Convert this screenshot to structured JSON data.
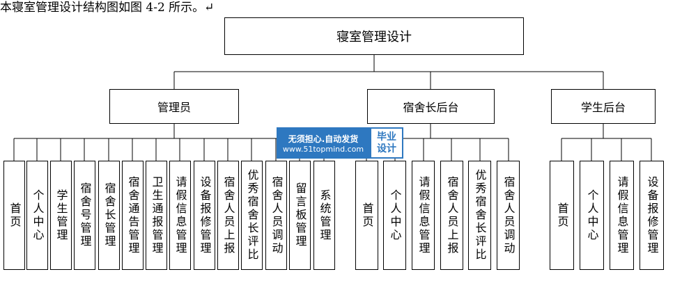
{
  "caption": "本寝室管理设计结构图如图 4-2 所示。↵",
  "root": "寝室管理设计",
  "groups": [
    {
      "label": "管理员",
      "leaves": [
        "首页",
        "个人中心",
        "学生管理",
        "宿舍号管理",
        "宿舍长管理",
        "宿舍通告管理",
        "卫生通报管理",
        "请假信息管理",
        "设备报修管理",
        "宿舍人员上报",
        "优秀宿舍长评比",
        "宿舍人员调动",
        "留言板管理",
        "系统管理"
      ]
    },
    {
      "label": "宿舍长后台",
      "leaves": [
        "首页",
        "个人中心",
        "请假信息管理",
        "宿舍人员上报",
        "优秀宿舍长评比",
        "宿舍人员调动"
      ]
    },
    {
      "label": "学生后台",
      "leaves": [
        "首页",
        "个人中心",
        "请假信息管理",
        "设备报修管理"
      ]
    }
  ],
  "watermark": {
    "line1": "无须担心.自动发货",
    "line2": "www.51topmind.com",
    "badge1": "毕业",
    "badge2": "设计"
  }
}
